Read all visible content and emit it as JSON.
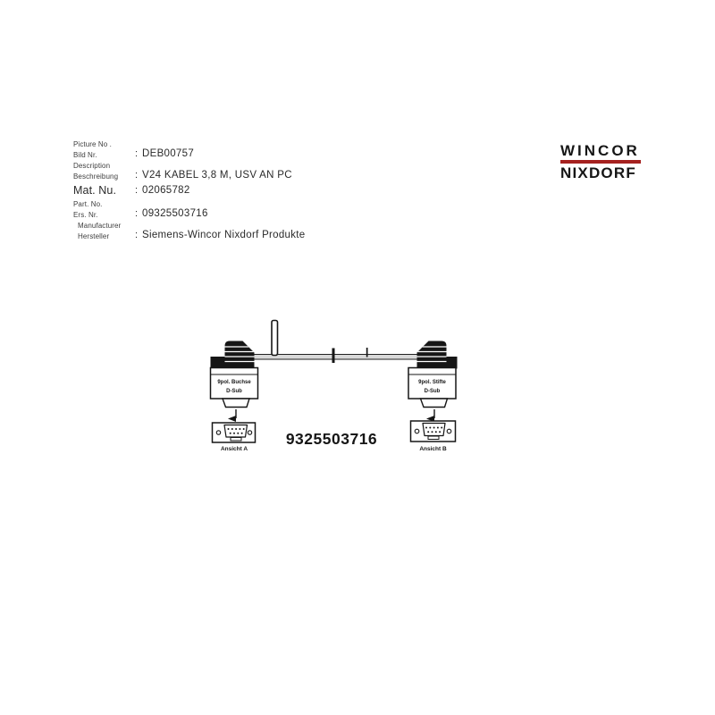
{
  "info_block": {
    "rows": [
      {
        "label_line1": "Picture No .",
        "label_line2": "Bild Nr.",
        "separator": ":",
        "value": "DEB00757"
      },
      {
        "label_line1": "Description",
        "label_line2": "Beschreibung",
        "separator": ":",
        "value": "V24 KABEL 3,8 M, USV AN PC"
      },
      {
        "label_line1": "Mat. Nu.",
        "label_line2": "",
        "separator": ":",
        "value": "02065782"
      },
      {
        "label_line1": "Part. No.",
        "label_line2": "Ers. Nr.",
        "separator": ":",
        "value": "09325503716"
      },
      {
        "label_line1": "Manufacturer",
        "label_line2": "Hersteller",
        "separator": ":",
        "value": "Siemens-Wincor Nixdorf Produkte"
      }
    ]
  },
  "logo": {
    "line1": "WINCOR",
    "line2": "NIXDORF",
    "bar_color": "#a5211f",
    "text_color": "#161616"
  },
  "diagram": {
    "part_number": "9325503716",
    "left_connector": {
      "label_line1": "9pol. Buchse",
      "label_line2": "D-Sub",
      "view_label": "Ansicht A"
    },
    "right_connector": {
      "label_line1": "9pol. Stifte",
      "label_line2": "D-Sub",
      "view_label": "Ansicht B"
    }
  }
}
